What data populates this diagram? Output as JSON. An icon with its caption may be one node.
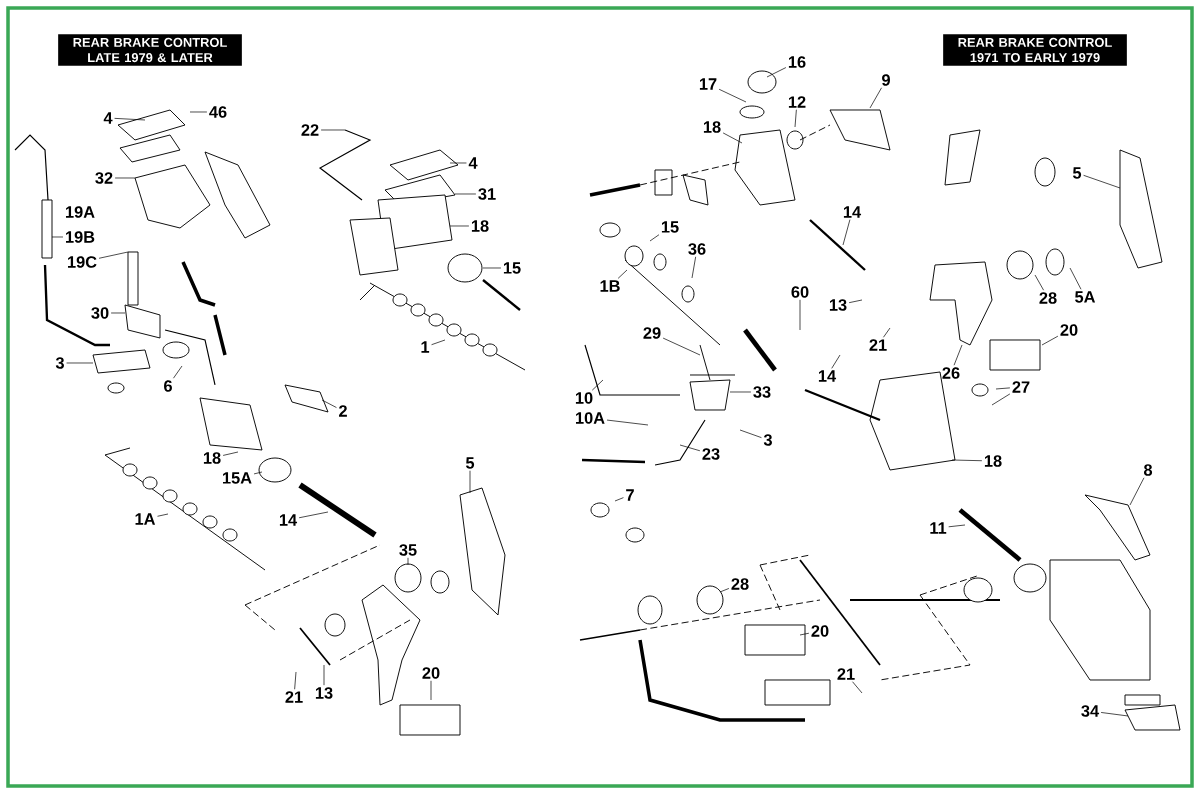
{
  "diagram": {
    "nodes": [
      {
        "text": [
          "REAR BRAKE CONTROL LATE 1979 & LATER"
        ]
      },
      {
        "text": [
          "REAR BRAKE CONTROL 1971 TO EARLY 1979"
        ]
      },
      {
        "text": [
          "4"
        ]
      },
      {
        "text": [
          "46"
        ]
      },
      {
        "text": [
          "32"
        ]
      },
      {
        "text": [
          "19B"
        ]
      },
      {
        "text": [
          "19C"
        ]
      },
      {
        "text": [
          "30"
        ]
      },
      {
        "text": [
          "3"
        ]
      },
      {
        "text": [
          "6"
        ]
      },
      {
        "text": [
          "22"
        ]
      },
      {
        "text": [
          "4"
        ]
      },
      {
        "text": [
          "31"
        ]
      },
      {
        "text": [
          "18"
        ]
      },
      {
        "text": [
          "15"
        ]
      },
      {
        "text": [
          "1"
        ]
      },
      {
        "text": [
          "2"
        ]
      },
      {
        "text": [
          "18"
        ]
      },
      {
        "text": [
          "15A"
        ]
      },
      {
        "text": [
          "1A"
        ]
      },
      {
        "text": [
          "14"
        ]
      },
      {
        "text": [
          "5"
        ]
      },
      {
        "text": [
          "35"
        ]
      },
      {
        "text": [
          "21"
        ]
      },
      {
        "text": [
          "13"
        ]
      },
      {
        "text": [
          "20"
        ]
      },
      {
        "text": [
          "16"
        ]
      },
      {
        "text": [
          "17"
        ]
      },
      {
        "text": [
          "18"
        ]
      },
      {
        "text": [
          "12"
        ]
      },
      {
        "text": [
          "9"
        ]
      },
      {
        "text": [
          "14"
        ]
      },
      {
        "text": [
          "15"
        ]
      },
      {
        "text": [
          "36"
        ]
      },
      {
        "text": [
          "1B"
        ]
      },
      {
        "text": [
          "60"
        ]
      },
      {
        "text": [
          "13"
        ]
      },
      {
        "text": [
          "21"
        ]
      },
      {
        "text": [
          "14"
        ]
      },
      {
        "text": [
          "26"
        ]
      },
      {
        "text": [
          "28"
        ]
      },
      {
        "text": [
          "5A"
        ]
      },
      {
        "text": [
          "5"
        ]
      },
      {
        "text": [
          "20"
        ]
      },
      {
        "text": [
          "29"
        ]
      },
      {
        "text": [
          "33"
        ]
      },
      {
        "text": [
          "10"
        ]
      },
      {
        "text": [
          "10A"
        ]
      },
      {
        "text": [
          "3"
        ]
      },
      {
        "text": [
          "23"
        ]
      },
      {
        "text": [
          "7"
        ]
      },
      {
        "text": [
          "27"
        ]
      },
      {
        "text": [
          "18"
        ]
      },
      {
        "text": [
          "8"
        ]
      },
      {
        "text": [
          "11"
        ]
      },
      {
        "text": [
          "28"
        ]
      },
      {
        "text": [
          "20"
        ]
      },
      {
        "text": [
          "21"
        ]
      },
      {
        "text": [
          "34"
        ]
      }
    ],
    "edges": [
      {
        "from": 2,
        "to": null,
        "arrow": "none"
      },
      {
        "from": 3,
        "to": null,
        "arrow": "none"
      },
      {
        "from": 4,
        "to": null,
        "arrow": "none"
      },
      {
        "from": 5,
        "to": null,
        "arrow": "none"
      },
      {
        "from": 6,
        "to": null,
        "arrow": "none"
      },
      {
        "from": 7,
        "to": null,
        "arrow": "none"
      },
      {
        "from": 8,
        "to": null,
        "arrow": "none"
      },
      {
        "from": 9,
        "to": null,
        "arrow": "none"
      },
      {
        "from": 10,
        "to": null,
        "arrow": "none"
      },
      {
        "from": 11,
        "to": null,
        "arrow": "none"
      },
      {
        "from": 12,
        "to": null,
        "arrow": "none"
      },
      {
        "from": 13,
        "to": null,
        "arrow": "none"
      },
      {
        "from": 14,
        "to": null,
        "arrow": "none"
      },
      {
        "from": 15,
        "to": null,
        "arrow": "none"
      },
      {
        "from": 16,
        "to": null,
        "arrow": "none"
      },
      {
        "from": 17,
        "to": null,
        "arrow": "none"
      },
      {
        "from": 18,
        "to": null,
        "arrow": "none"
      },
      {
        "from": 19,
        "to": null,
        "arrow": "none"
      },
      {
        "from": 20,
        "to": null,
        "arrow": "none"
      },
      {
        "from": 21,
        "to": null,
        "arrow": "none"
      },
      {
        "from": 22,
        "to": null,
        "arrow": "none"
      },
      {
        "from": 23,
        "to": null,
        "arrow": "none"
      },
      {
        "from": 24,
        "to": null,
        "arrow": "none"
      },
      {
        "from": 25,
        "to": null,
        "arrow": "none"
      },
      {
        "from": 26,
        "to": null,
        "arrow": "none"
      },
      {
        "from": 27,
        "to": null,
        "arrow": "none"
      },
      {
        "from": 28,
        "to": null,
        "arrow": "none"
      },
      {
        "from": 29,
        "to": null,
        "arrow": "none"
      },
      {
        "from": 30,
        "to": null,
        "arrow": "none"
      },
      {
        "from": 31,
        "to": null,
        "arrow": "none"
      },
      {
        "from": 32,
        "to": null,
        "arrow": "none"
      },
      {
        "from": 33,
        "to": null,
        "arrow": "none"
      },
      {
        "from": 34,
        "to": null,
        "arrow": "none"
      },
      {
        "from": 35,
        "to": null,
        "arrow": "none"
      },
      {
        "from": 36,
        "to": null,
        "arrow": "none"
      },
      {
        "from": 37,
        "to": null,
        "arrow": "none"
      },
      {
        "from": 38,
        "to": null,
        "arrow": "none"
      },
      {
        "from": 39,
        "to": null,
        "arrow": "none"
      },
      {
        "from": 40,
        "to": null,
        "arrow": "none"
      },
      {
        "from": 41,
        "to": null,
        "arrow": "none"
      },
      {
        "from": 42,
        "to": null,
        "arrow": "none"
      },
      {
        "from": 43,
        "to": null,
        "arrow": "none"
      },
      {
        "from": 44,
        "to": null,
        "arrow": "none"
      },
      {
        "from": 45,
        "to": null,
        "arrow": "none"
      },
      {
        "from": 46,
        "to": null,
        "arrow": "none"
      },
      {
        "from": 47,
        "to": null,
        "arrow": "none"
      },
      {
        "from": 48,
        "to": null,
        "arrow": "none"
      },
      {
        "from": 49,
        "to": null,
        "arrow": "none"
      },
      {
        "from": 50,
        "to": null,
        "arrow": "none"
      },
      {
        "from": 51,
        "to": null,
        "arrow": "none"
      },
      {
        "from": 51,
        "to": null,
        "arrow": "none"
      },
      {
        "from": 52,
        "to": null,
        "arrow": "none"
      },
      {
        "from": 53,
        "to": null,
        "arrow": "none"
      },
      {
        "from": 54,
        "to": null,
        "arrow": "none"
      },
      {
        "from": 55,
        "to": null,
        "arrow": "none"
      },
      {
        "from": 56,
        "to": null,
        "arrow": "none"
      },
      {
        "from": 57,
        "to": null,
        "arrow": "none"
      },
      {
        "from": 58,
        "to": null,
        "arrow": "none"
      }
    ],
    "labels": [
      "19A"
    ]
  }
}
